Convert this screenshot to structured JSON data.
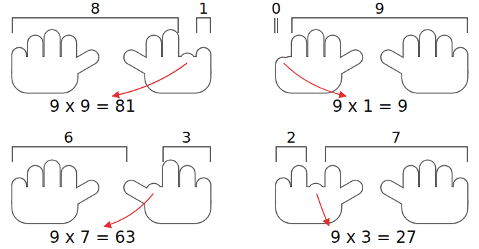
{
  "diagram": {
    "labels": [
      "8",
      "1",
      "9 x 9 = 81",
      "0",
      "9",
      "9 x 1 = 9",
      "6",
      "3",
      "9 x 7 = 63",
      "2",
      "7",
      "9 x 3 = 27"
    ]
  }
}
